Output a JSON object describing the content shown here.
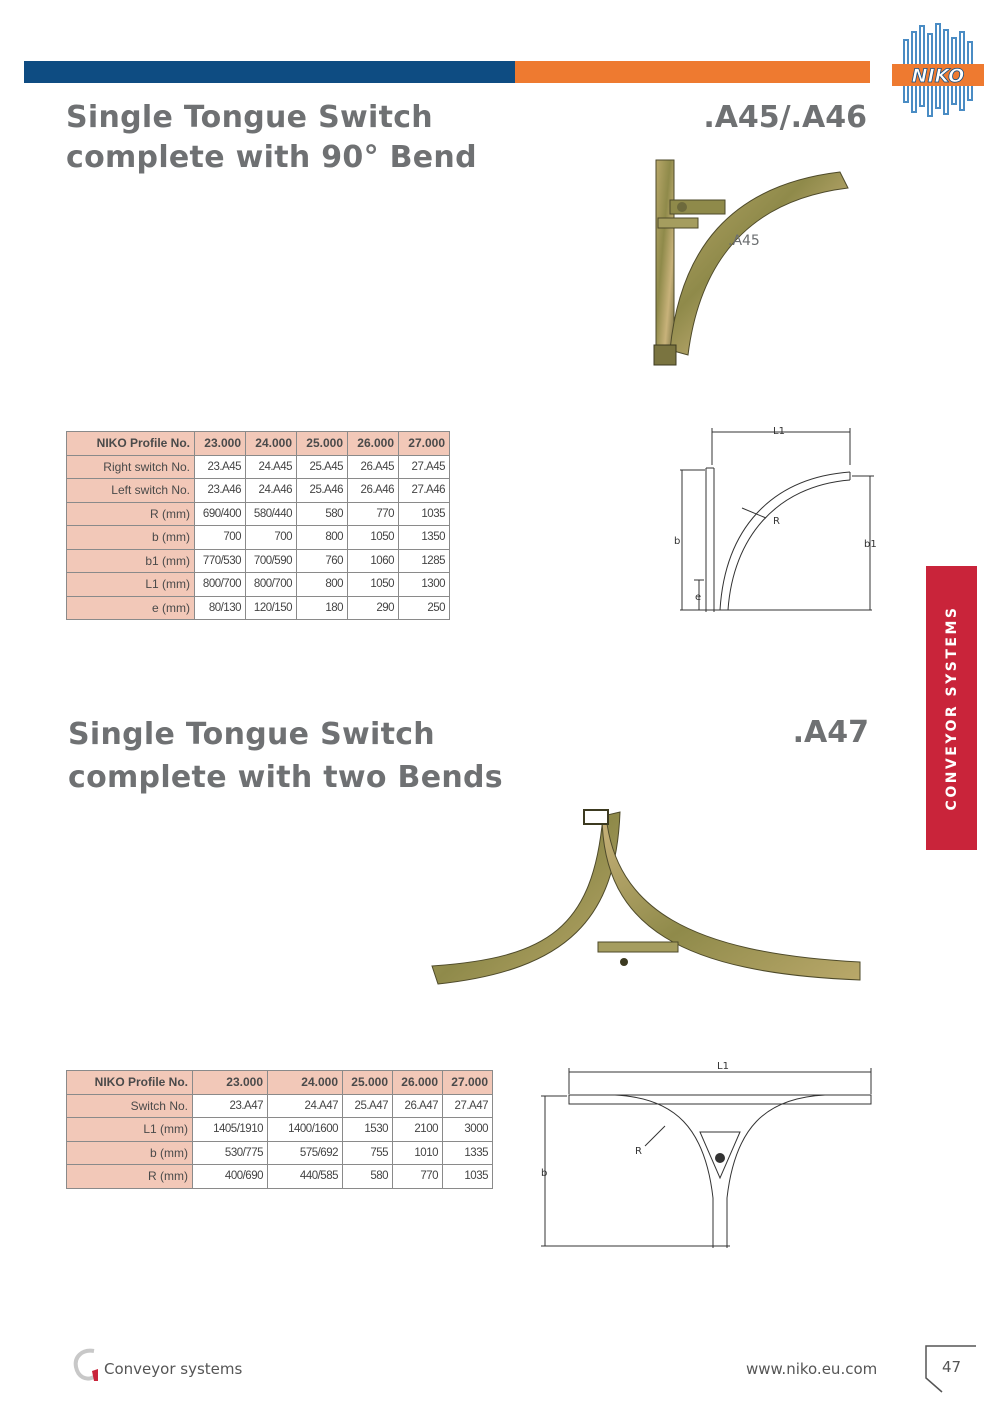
{
  "brand": {
    "logo_text": "NIKO",
    "logo_colors": {
      "orange": "#ee7a30",
      "blue": "#0e4c82"
    }
  },
  "header": {
    "bar_left_color": "#0e4c82",
    "bar_right_color": "#ee7a30"
  },
  "section1": {
    "title_line1": "Single Tongue Switch",
    "title_line2": "complete with 90° Bend",
    "code": ".A45/.A46",
    "photo_label": ".A45",
    "drawing_labels": {
      "l1": "L1",
      "r": "R",
      "b": "b",
      "b1": "b1",
      "e": "e"
    },
    "table": {
      "rows": [
        {
          "label": "NIKO Profile No.",
          "values": [
            "23.000",
            "24.000",
            "25.000",
            "26.000",
            "27.000"
          ]
        },
        {
          "label": "Right switch No.",
          "values": [
            "23.A45",
            "24.A45",
            "25.A45",
            "26.A45",
            "27.A45"
          ]
        },
        {
          "label": "Left switch No.",
          "values": [
            "23.A46",
            "24.A46",
            "25.A46",
            "26.A46",
            "27.A46"
          ]
        },
        {
          "label": "R (mm)",
          "values": [
            "690/400",
            "580/440",
            "580",
            "770",
            "1035"
          ]
        },
        {
          "label": "b (mm)",
          "values": [
            "700",
            "700",
            "800",
            "1050",
            "1350"
          ]
        },
        {
          "label": "b1 (mm)",
          "values": [
            "770/530",
            "700/590",
            "760",
            "1060",
            "1285"
          ]
        },
        {
          "label": "L1 (mm)",
          "values": [
            "800/700",
            "800/700",
            "800",
            "1050",
            "1300"
          ]
        },
        {
          "label": "e (mm)",
          "values": [
            "80/130",
            "120/150",
            "180",
            "290",
            "250"
          ]
        }
      ]
    }
  },
  "section2": {
    "title_line1": "Single Tongue Switch",
    "title_line2": "complete with two Bends",
    "code": ".A47",
    "drawing_labels": {
      "l1": "L1",
      "r": "R",
      "b": "b"
    },
    "table": {
      "rows": [
        {
          "label": "NIKO Profile No.",
          "values": [
            "23.000",
            "24.000",
            "25.000",
            "26.000",
            "27.000"
          ]
        },
        {
          "label": "Switch No.",
          "values": [
            "23.A47",
            "24.A47",
            "25.A47",
            "26.A47",
            "27.A47"
          ]
        },
        {
          "label": "L1 (mm)",
          "values": [
            "1405/1910",
            "1400/1600",
            "1530",
            "2100",
            "3000"
          ]
        },
        {
          "label": "b (mm)",
          "values": [
            "530/775",
            "575/692",
            "755",
            "1010",
            "1335"
          ]
        },
        {
          "label": "R (mm)",
          "values": [
            "400/690",
            "440/585",
            "580",
            "770",
            "1035"
          ]
        }
      ]
    }
  },
  "side_tab": {
    "text": "CONVEYOR SYSTEMS",
    "color": "#c9243a"
  },
  "footer": {
    "left_text": "Conveyor systems",
    "url": "www.niko.eu.com",
    "page_number": "47"
  }
}
